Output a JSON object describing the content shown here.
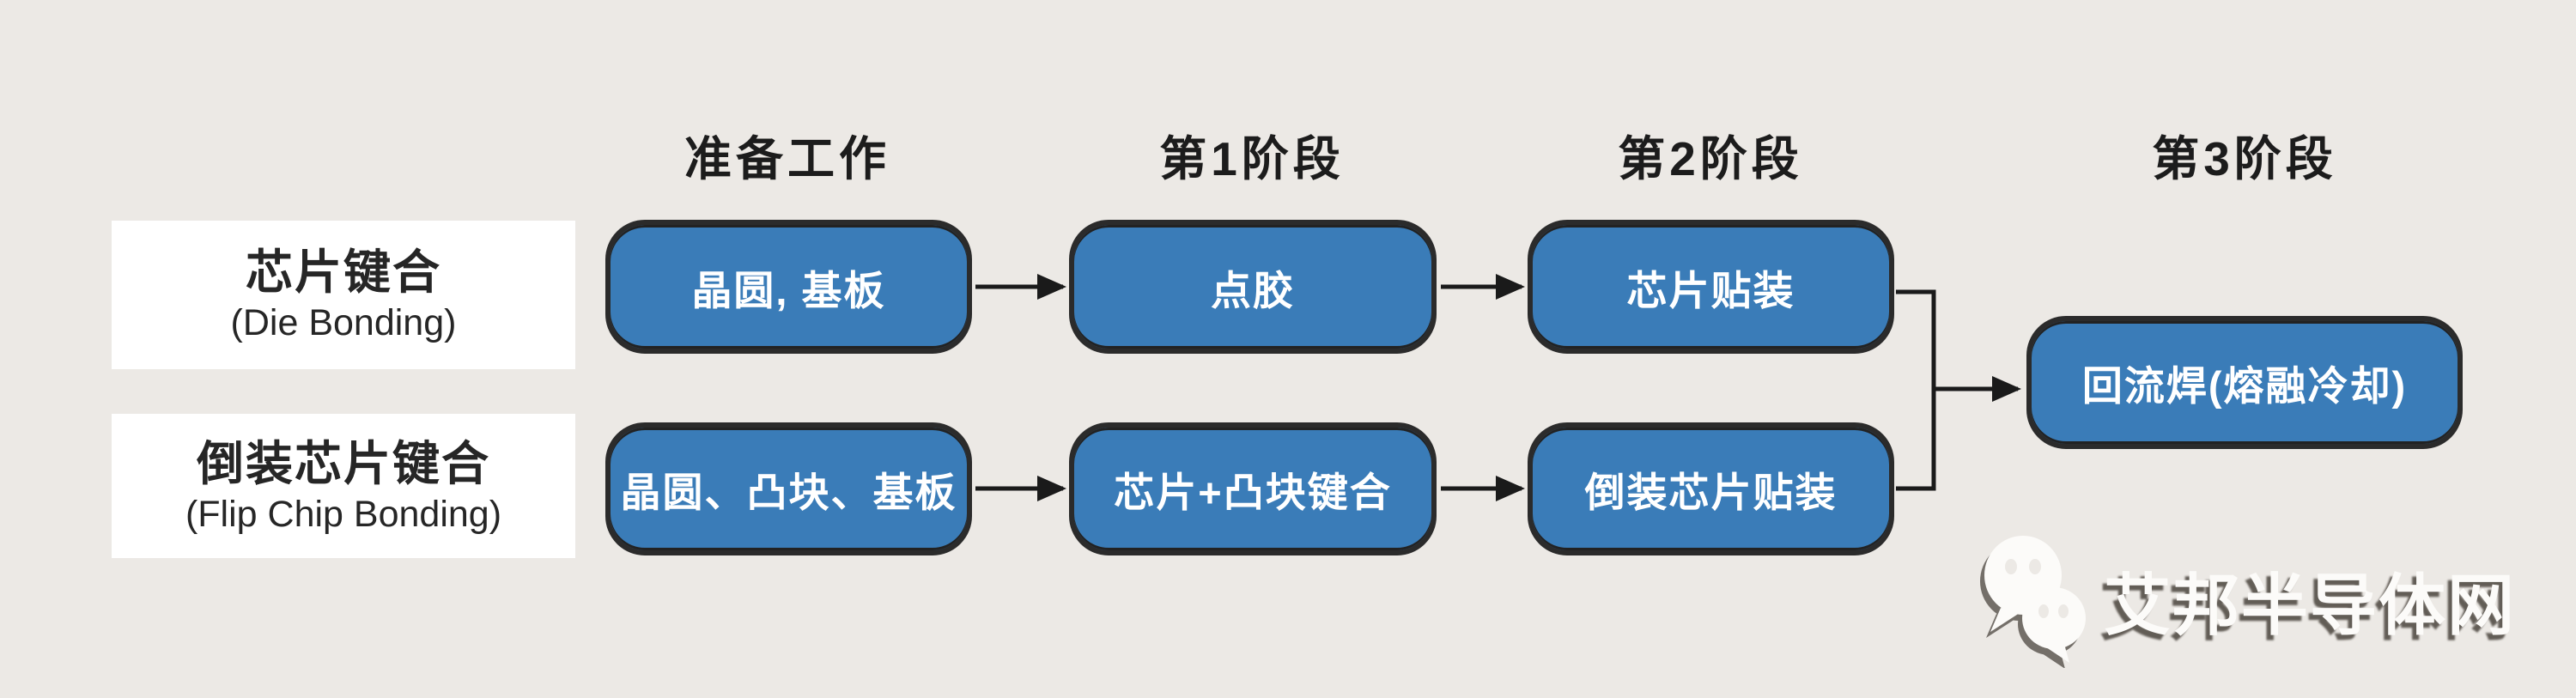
{
  "diagram": {
    "headers": [
      {
        "label": "准备工作"
      },
      {
        "label": "第1阶段"
      },
      {
        "label": "第2阶段"
      },
      {
        "label": "第3阶段"
      }
    ],
    "rows": [
      {
        "title_cn": "芯片键合",
        "title_en": "(Die Bonding)",
        "steps": [
          {
            "label": "晶圆, 基板"
          },
          {
            "label": "点胶"
          },
          {
            "label": "芯片贴装"
          }
        ]
      },
      {
        "title_cn": "倒装芯片键合",
        "title_en": "(Flip Chip Bonding)",
        "steps": [
          {
            "label": "晶圆、凸块、基板"
          },
          {
            "label": "芯片+凸块键合"
          },
          {
            "label": "倒装芯片贴装"
          }
        ]
      }
    ],
    "merge": {
      "label": "回流焊(熔融冷却)"
    }
  },
  "watermark": {
    "label": "艾邦半导体网",
    "icon": "wechat-icon"
  },
  "colors": {
    "background": "#ECE9E5",
    "box_fill": "#3A7CB8",
    "box_border": "#2B2B2B",
    "connector": "#1A1A1A",
    "label_box_bg": "#FFFFFF",
    "text_dark": "#262626",
    "text_light": "#FFFFFF",
    "watermark_shadow": "#4A443D"
  }
}
